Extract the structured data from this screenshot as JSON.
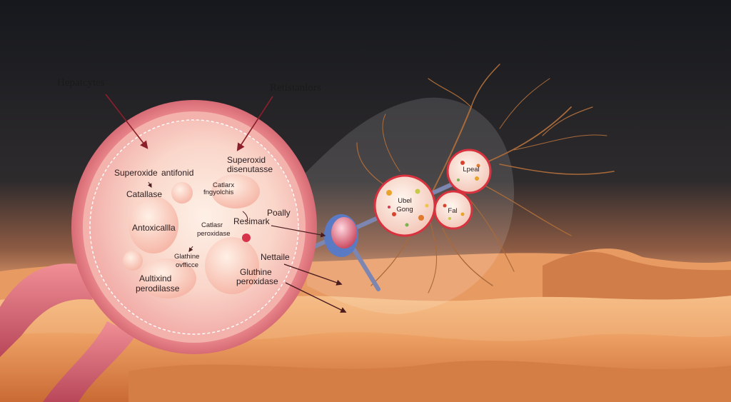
{
  "labels": {
    "hepatocytes": "Hepatcytes",
    "resistors": "Retistanlors",
    "superoxide_dismutase_1": "Superoxid",
    "superoxide_dismutase_2": "disenutasse",
    "superoxide": "Superoxide",
    "antifonid": "antifonid",
    "catalase": "Catallase",
    "catalax_1": "Catlarx",
    "catalax_2": "fngyolchis",
    "antoxicalla": "Antoxicallla",
    "catlase_peroxidase_1": "Catlasr",
    "catlase_peroxidase_2": "peroxidase",
    "resimark": "Resimark",
    "poally": "Poally",
    "glutathione_1": "Glathine",
    "glutathione_2": "ovfficce",
    "autioxind_1": "Aultixind",
    "autioxind_2": "perodilasse",
    "nettaile": "Nettaile",
    "gluthine_1": "Gluthine",
    "gluthine_2": "peroxidase",
    "vessel_left_1": "Ubel",
    "vessel_left_2": "Gong",
    "vessel_top": "Lpeal",
    "vessel_small": "Fal"
  },
  "colors": {
    "sky_top": "#1b1d23",
    "sky_mid": "#3b3434",
    "dune_light": "#f3b27a",
    "dune_dark": "#d97b45",
    "cell_outer": "#d9656f",
    "cell_inner": "#f7c9bd",
    "arrow": "#8b1f2a",
    "nerve": "#b0713f"
  }
}
